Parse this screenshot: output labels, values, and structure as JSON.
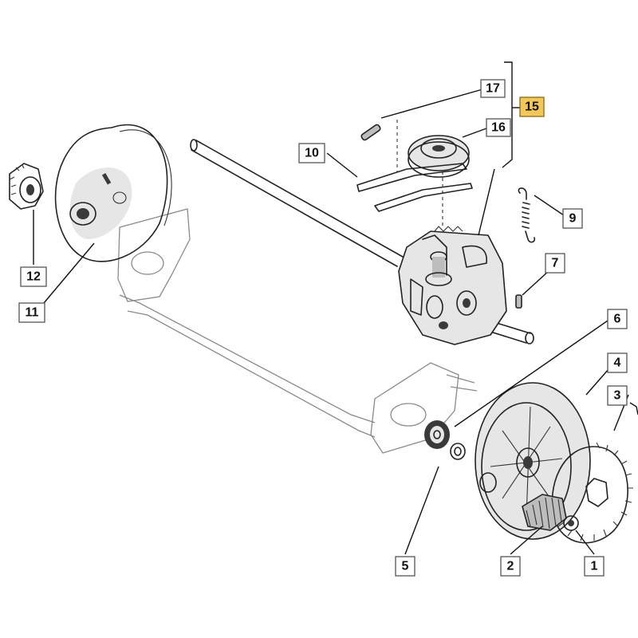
{
  "callouts": {
    "c1": "1",
    "c2": "2",
    "c3": "3",
    "c4": "4",
    "c5": "5",
    "c6": "6",
    "c7": "7",
    "c9": "9",
    "c10": "10",
    "c11": "11",
    "c12": "12",
    "c15": "15",
    "c16": "16",
    "c17": "17"
  },
  "colors": {
    "highlight_box": "#f3c85a"
  }
}
